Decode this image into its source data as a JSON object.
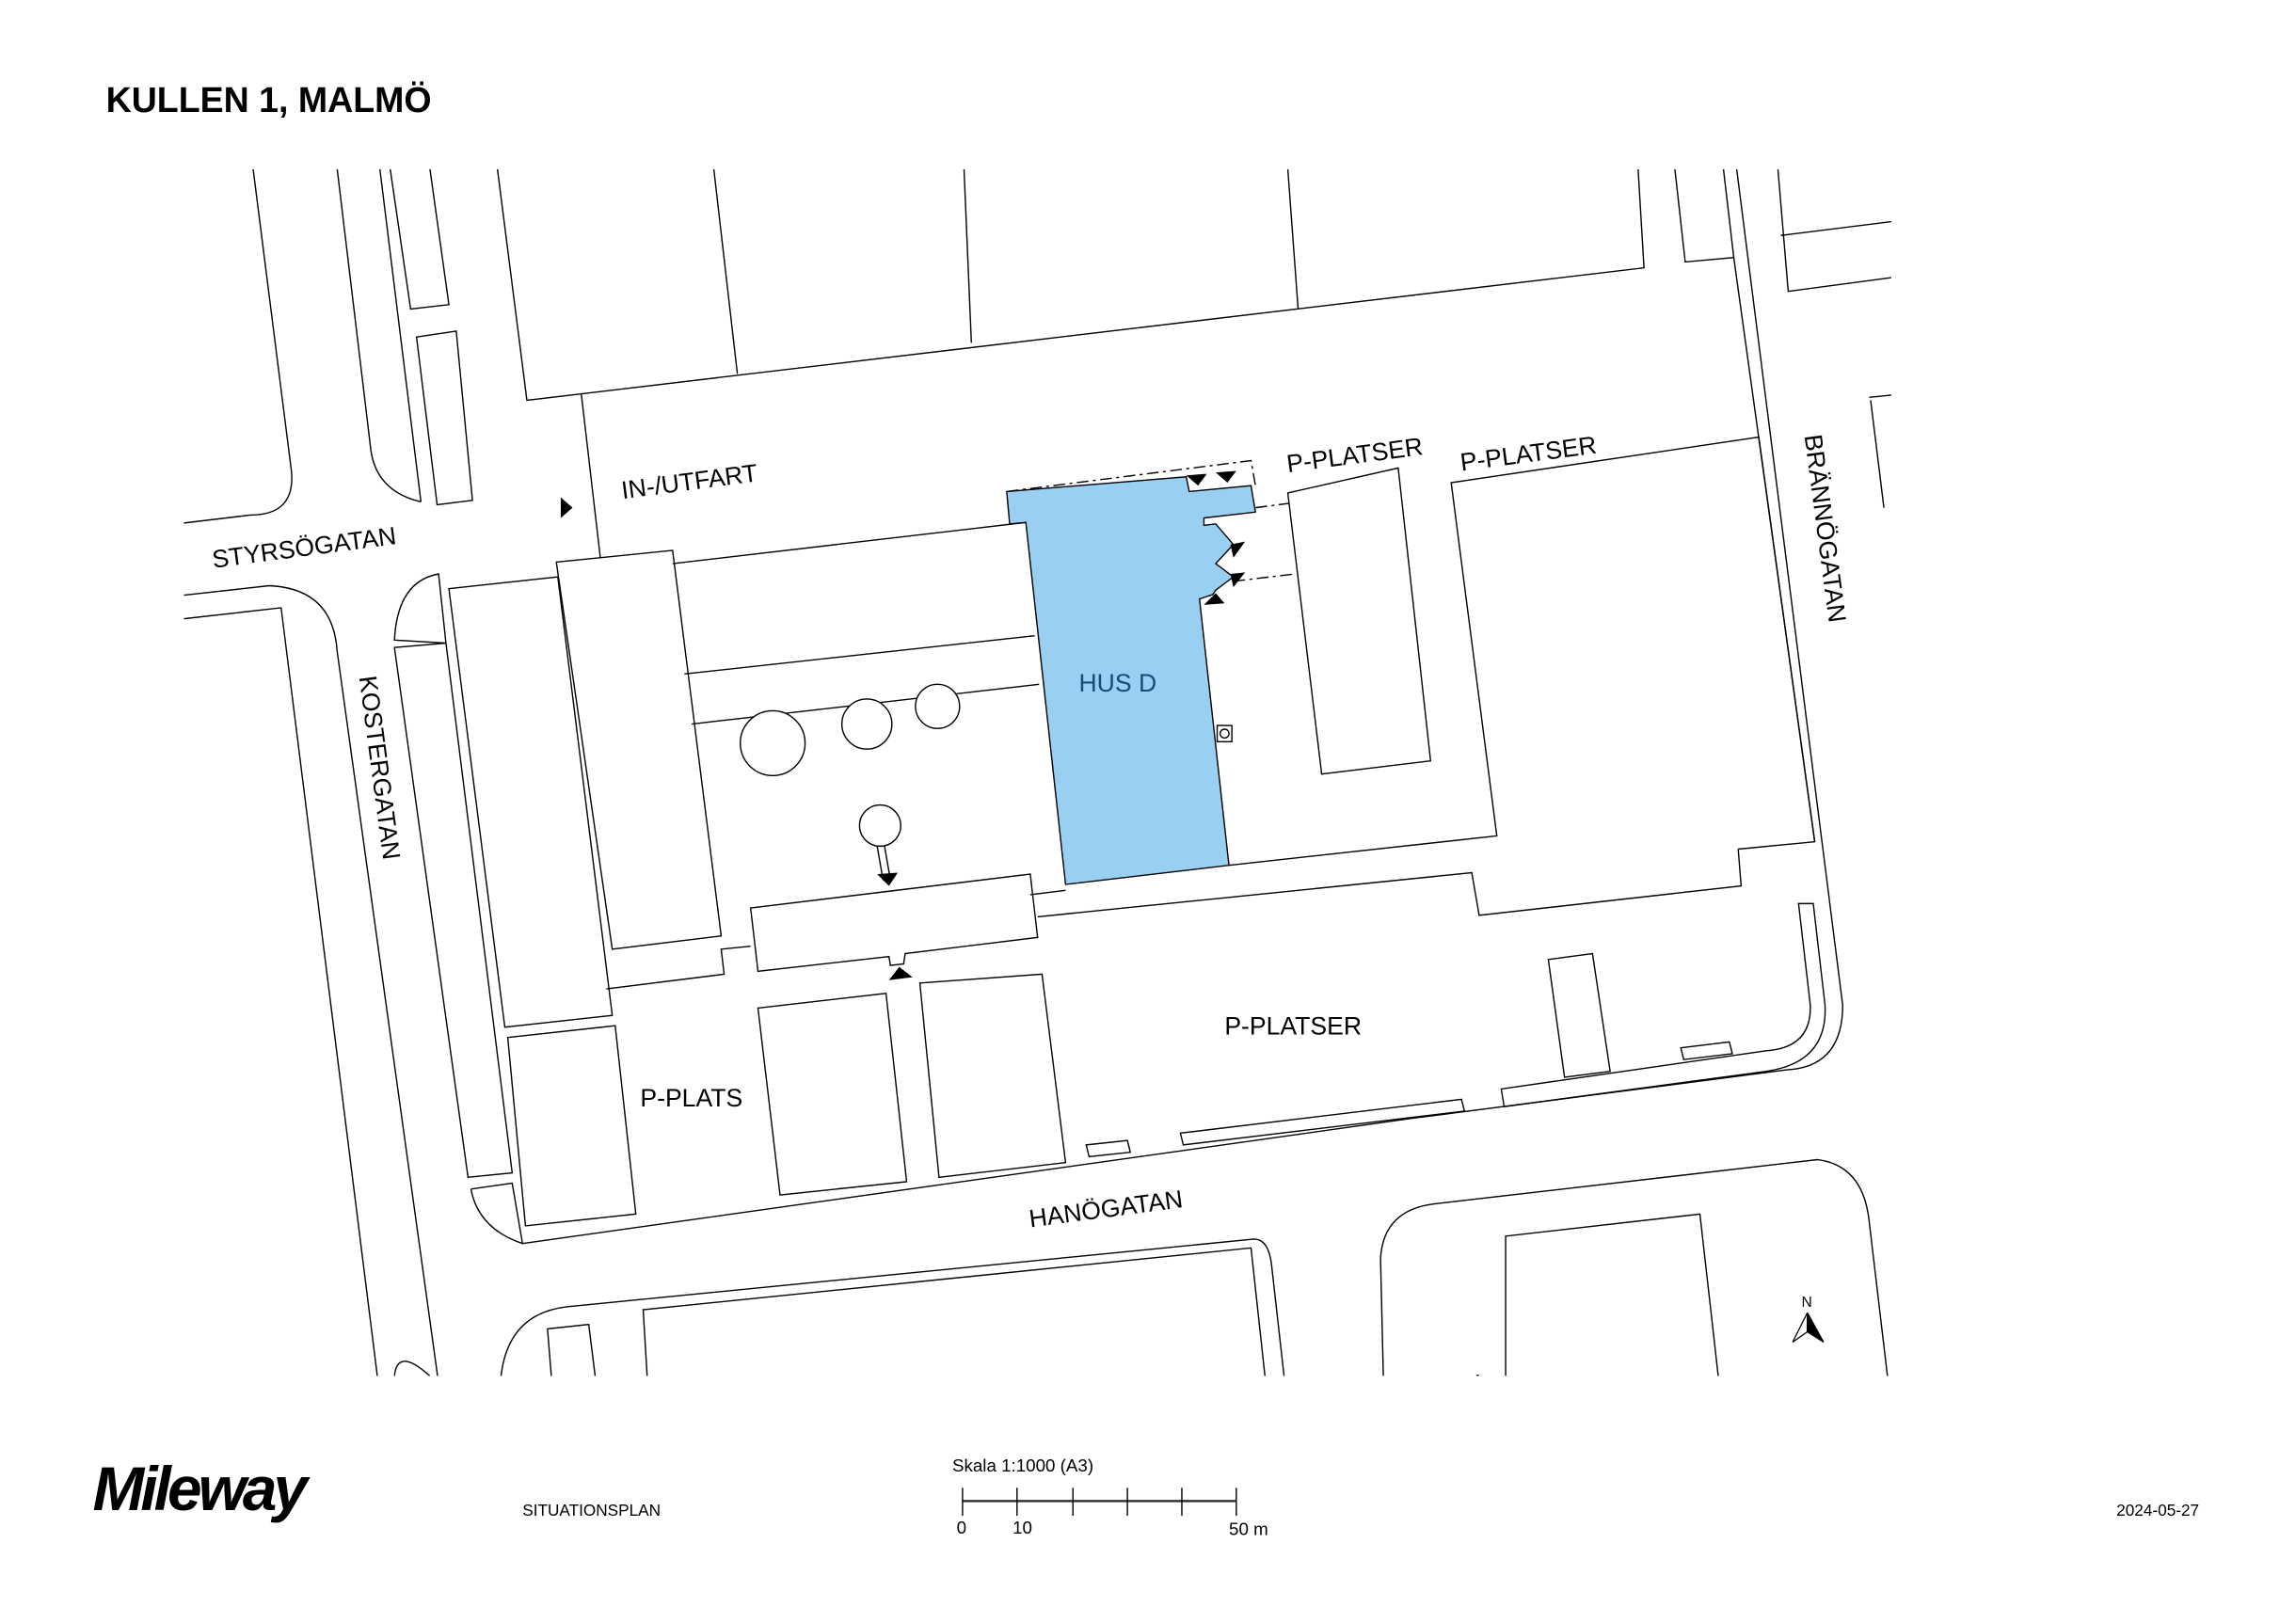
{
  "title": "KULLEN 1, MALMÖ",
  "map": {
    "building_highlight": {
      "label": "HUS D",
      "fill_color": "#99cff0",
      "text_color": "#1b4a78"
    },
    "labels": {
      "in_utfart": "IN-/UTFART",
      "p_platser_1": "P-PLATSER",
      "p_platser_2": "P-PLATSER",
      "p_platser_3": "P-PLATSER",
      "p_plats": "P-PLATS"
    },
    "streets": {
      "styrsogatan": "STYRSÖGATAN",
      "kostergatan": "KOSTERGATAN",
      "brannogatan": "BRÄNNÖGATAN",
      "hanogatan": "HANÖGATAN"
    },
    "north_label": "N"
  },
  "footer": {
    "logo": "Mileway",
    "plan_type": "SITUATIONSPLAN",
    "scale_title": "Skala 1:1000 (A3)",
    "scale_ticks": [
      "0",
      "10",
      "50 m"
    ],
    "date": "2024-05-27"
  }
}
